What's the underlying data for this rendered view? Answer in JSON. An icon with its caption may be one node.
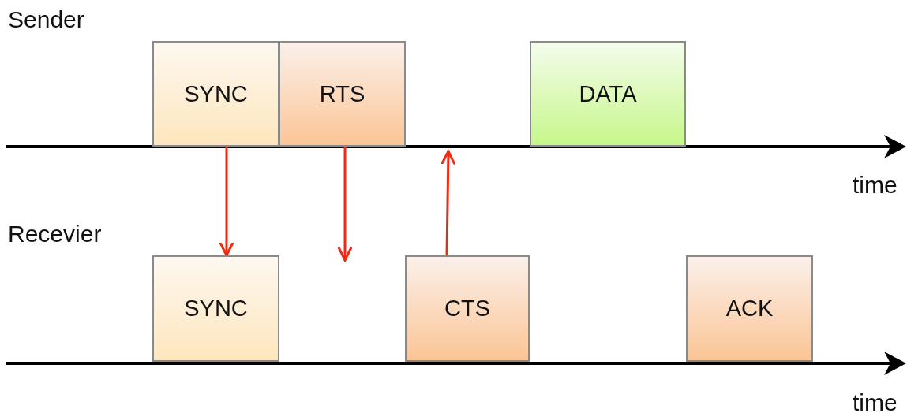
{
  "diagram": {
    "nodes": [
      {
        "text": [
          "SYNC"
        ]
      },
      {
        "text": [
          "RTS"
        ]
      },
      {
        "text": [
          "DATA"
        ]
      },
      {
        "text": [
          "SYNC"
        ]
      },
      {
        "text": [
          "CTS"
        ]
      },
      {
        "text": [
          "ACK"
        ]
      }
    ],
    "edges": [
      {
        "from": 0,
        "to": 3,
        "arrow": "to"
      },
      {
        "from": 1,
        "to": null,
        "arrow": "to"
      },
      {
        "from": 4,
        "to": null,
        "arrow": "to"
      }
    ],
    "labels": [
      "Sender",
      "time",
      "Recevier",
      "time"
    ]
  }
}
